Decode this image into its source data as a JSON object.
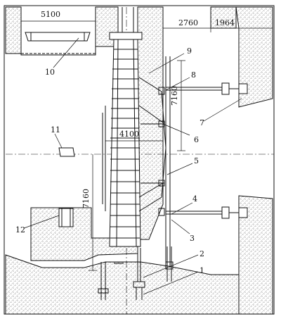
{
  "dimensions": {
    "top_left_width": "5100",
    "top_right_a": "2760",
    "top_right_b": "1964",
    "vertical_upper": "7160",
    "inner_width": "4100",
    "vertical_lower": "7160"
  },
  "callouts": [
    "1",
    "2",
    "3",
    "4",
    "5",
    "6",
    "7",
    "8",
    "9",
    "10",
    "11",
    "12"
  ],
  "colors": {
    "line": "#111111",
    "hatch": "#555555",
    "paper": "#ffffff"
  }
}
